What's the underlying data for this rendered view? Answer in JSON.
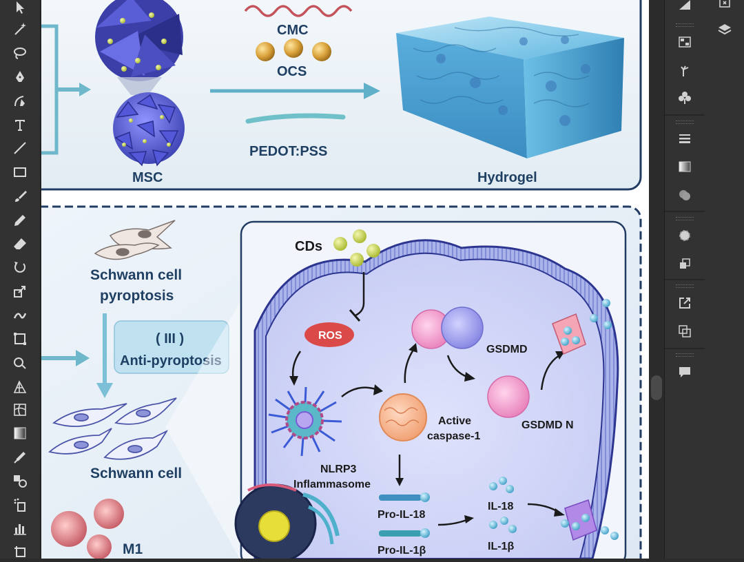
{
  "figure": {
    "top": {
      "msc_label": "MSC",
      "cmc_label": "CMC",
      "ocs_label": "OCS",
      "pedot_label": "PEDOT:PSS",
      "hydrogel_label": "Hydrogel"
    },
    "bottom": {
      "schwann_pyroptosis_line1": "Schwann cell",
      "schwann_pyroptosis_line2": "pyroptosis",
      "step_label": "( III )",
      "anti_pyroptosis_label": "Anti-pyroptosis",
      "schwann_cell_label": "Schwann cell",
      "m1_label": "M1"
    },
    "cell": {
      "cds_label": "CDs",
      "ros_label": "ROS",
      "gsdmd_label": "GSDMD",
      "gsdmd_n_label": "GSDMD N",
      "active_caspase_line1": "Active",
      "active_caspase_line2": "caspase-1",
      "nlrp3_line1": "NLRP3",
      "nlrp3_line2": "Inflammasome",
      "pro_il18_label": "Pro-IL-18",
      "pro_il1b_label": "Pro-IL-1β",
      "il18_label": "IL-18",
      "il1b_label": "IL-1β"
    }
  },
  "tools": {
    "left": [
      "selection-tool",
      "magic-wand-tool",
      "lasso-tool",
      "pen-tool",
      "curvature-tool",
      "type-tool",
      "line-tool",
      "rectangle-tool",
      "paintbrush-tool",
      "pencil-tool",
      "eraser-tool",
      "rotate-tool",
      "scale-tool",
      "warp-tool",
      "free-transform-tool",
      "shape-builder-tool",
      "perspective-grid-tool",
      "mesh-tool",
      "gradient-tool",
      "eyedropper-tool",
      "blend-tool",
      "symbol-sprayer-tool",
      "column-graph-tool",
      "artboard-tool"
    ],
    "right": [
      "color-guide",
      "swatches",
      "brushes",
      "symbols",
      "stroke",
      "gradient",
      "transparency",
      "appearance",
      "graphic-styles",
      "export",
      "transform",
      "comments"
    ],
    "far": [
      "libraries",
      "layers"
    ]
  },
  "colors": {
    "ui_bg": "#323232",
    "text_dark": "#1f3f63",
    "accent_teal": "#5fb0c8",
    "hydrogel_blue": "#4aa3d8",
    "cell_purple": "#4b54a8"
  }
}
